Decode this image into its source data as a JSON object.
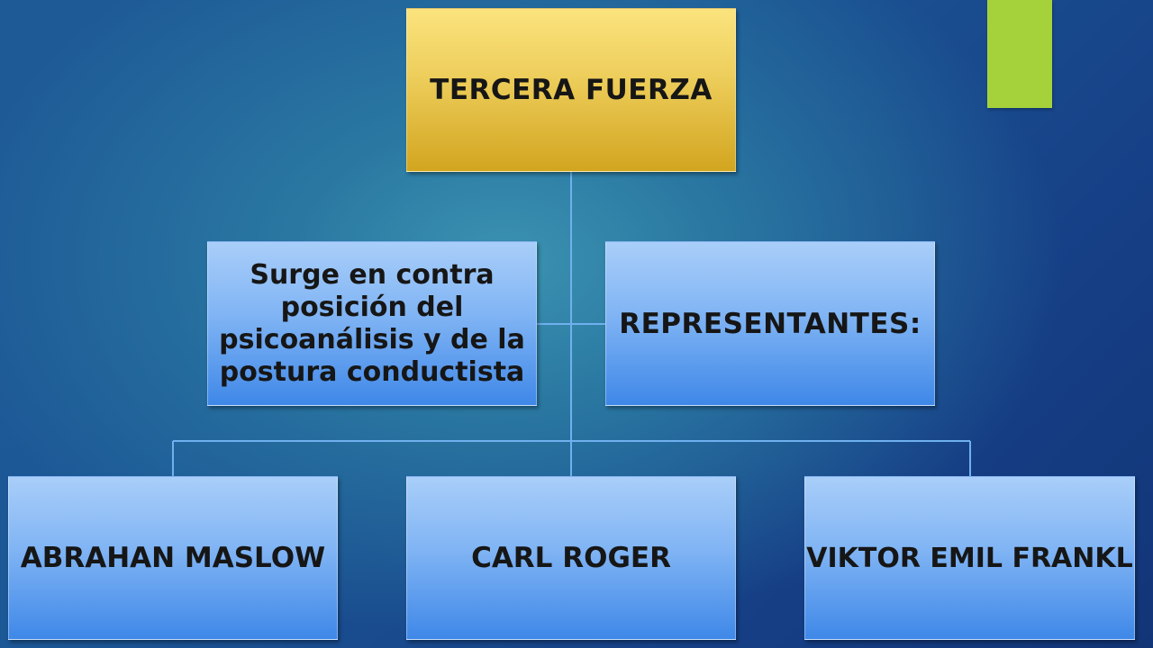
{
  "diagram": {
    "root": {
      "label": "TERCERA FUERZA"
    },
    "assistant_left": {
      "label": "Surge en contra posición del psicoanálisis y de la postura conductista"
    },
    "assistant_right": {
      "label": "REPRESENTANTES:"
    },
    "children": [
      {
        "label": "ABRAHAN MASLOW"
      },
      {
        "label": "CARL ROGER"
      },
      {
        "label": "VIKTOR EMIL FRANKL"
      }
    ]
  },
  "colors": {
    "accent_bar": "#a5d23a",
    "root_fill": "#eecf5d",
    "node_fill": "#80b4f4",
    "connector": "#6fb0ee"
  }
}
